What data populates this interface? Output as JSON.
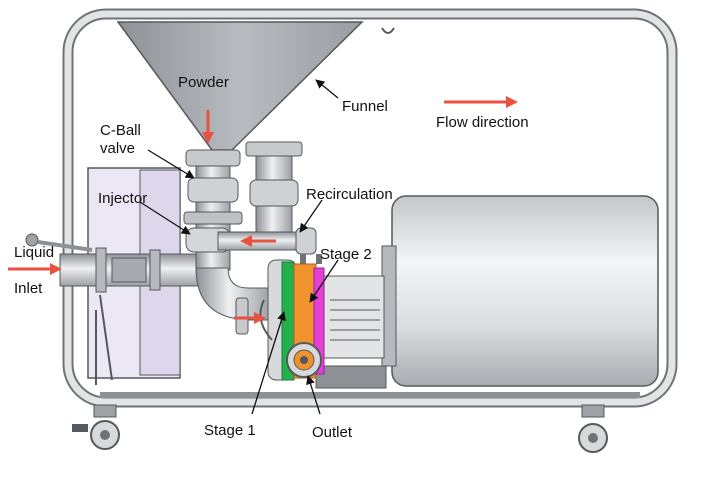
{
  "labels": {
    "powder": "Powder",
    "funnel": "Funnel",
    "flow_direction": "Flow direction",
    "c_ball_valve_line1": "C-Ball",
    "c_ball_valve_line2": "valve",
    "injector": "Injector",
    "recirculation": "Recirculation",
    "liquid": "Liquid",
    "inlet": "Inlet",
    "stage_2": "Stage 2",
    "stage_1": "Stage 1",
    "outlet": "Outlet"
  },
  "colors": {
    "flow_arrow": "#e8523f",
    "frame": "#c9cbce",
    "frame_edge": "#6f7378",
    "metal": "#cfd1d4",
    "metal_dark": "#55585c",
    "stage_1_ring": "#22b14c",
    "stage_2_ring": "#f2922f",
    "stage_magenta": "#e43fd6",
    "panel": "#ece7f4"
  }
}
